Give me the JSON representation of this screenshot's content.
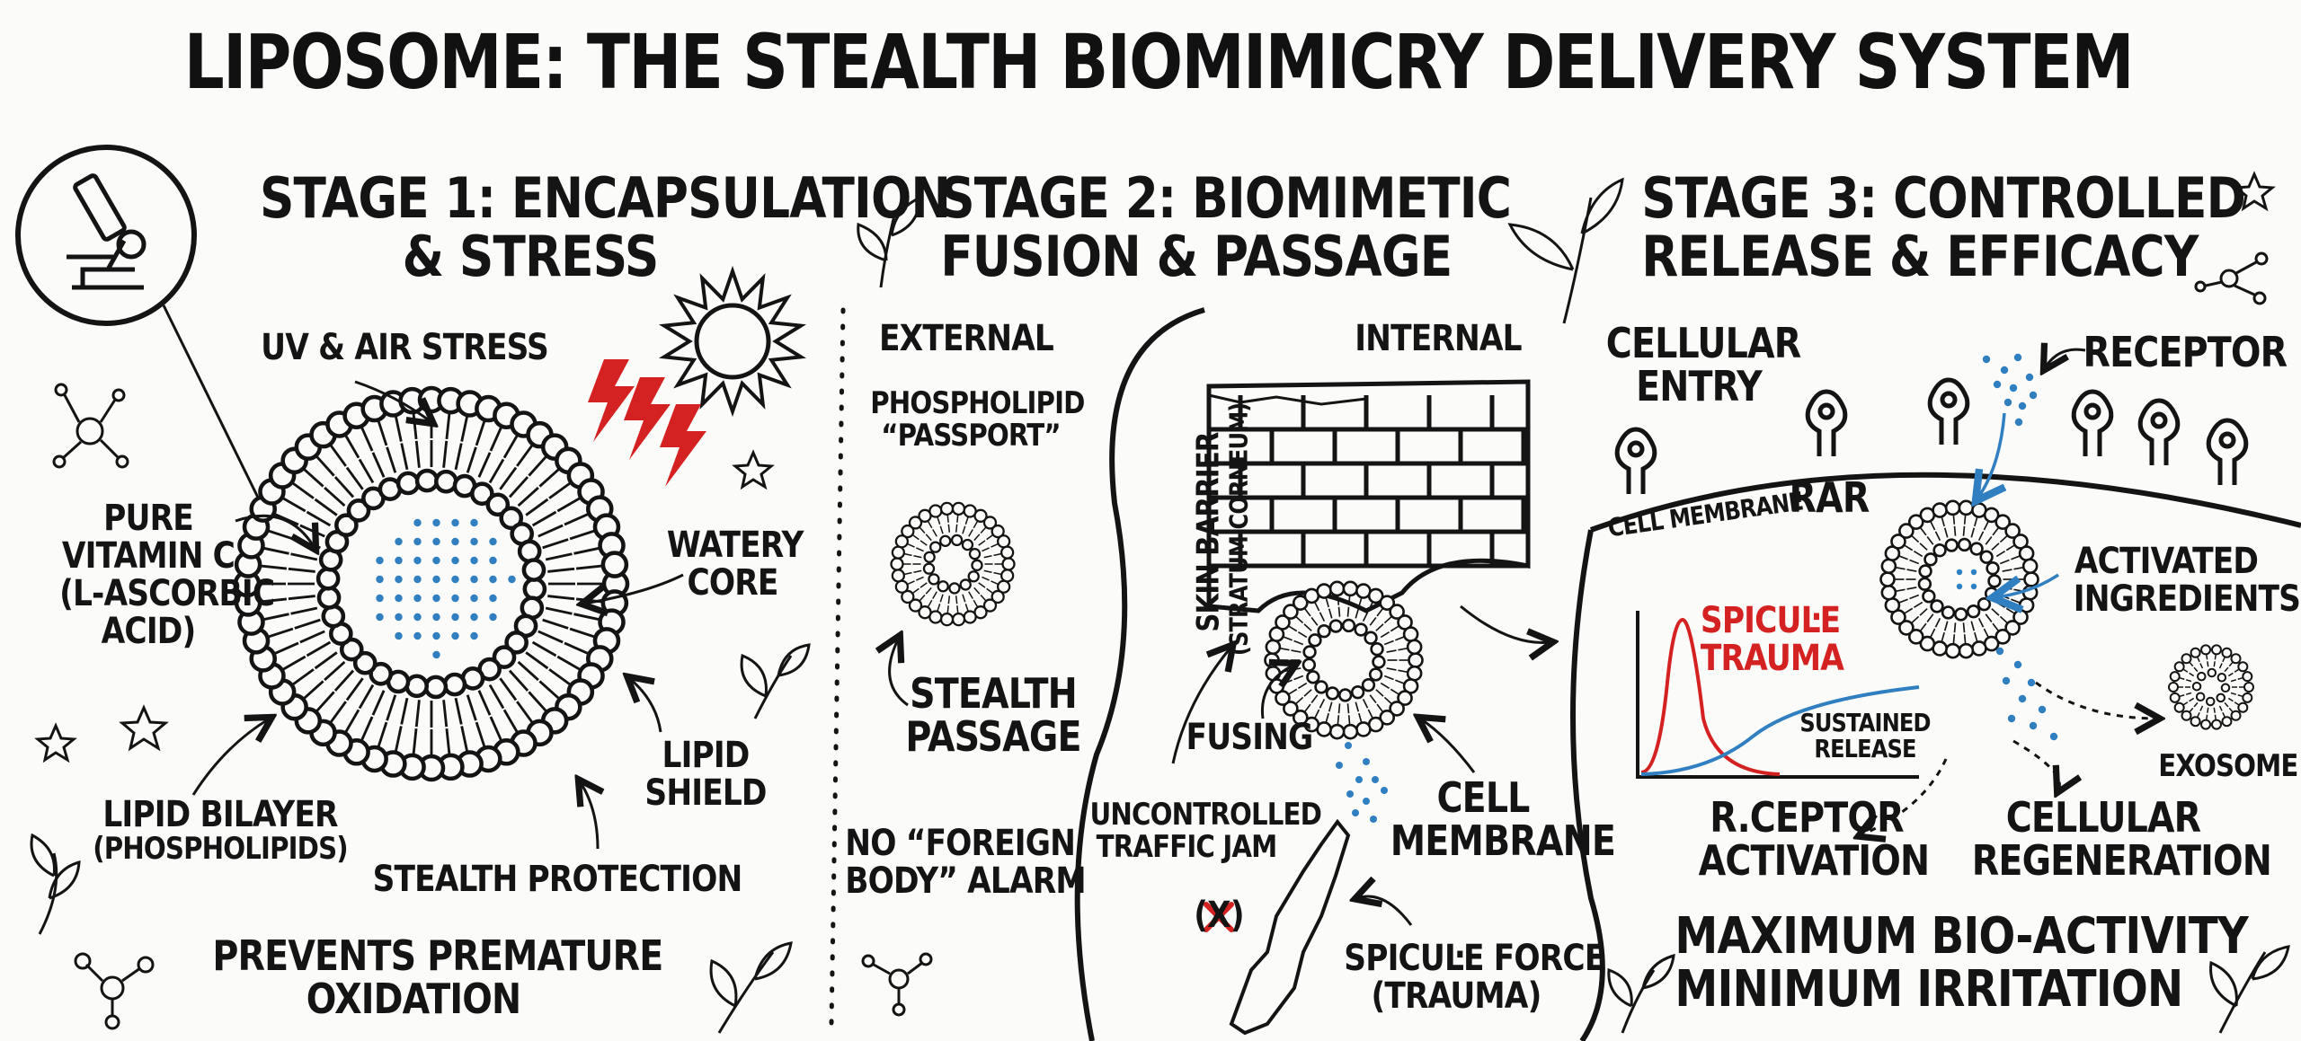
{
  "title": "LIPOSOME: THE STEALTH BIOMIMICRY DELIVERY SYSTEM",
  "stage1": {
    "heading": [
      "STAGE 1: ENCAPSULATION",
      "& STRESS"
    ],
    "uv_stress": "UV & AIR STRESS",
    "pure_vitc": [
      "PURE",
      "VITAMIN C",
      "(L-ASCORBIC",
      "ACID)"
    ],
    "watery_core": [
      "WATERY",
      "CORE"
    ],
    "lipid_shield": [
      "LIPID",
      "SHIELD"
    ],
    "lipid_bilayer": [
      "LIPID BILAYER",
      "(PHOSPHOLIPIDS)"
    ],
    "stealth_protection": "STEALTH PROTECTION",
    "prevents": [
      "PREVENTS PREMATURE",
      "OXIDATION"
    ]
  },
  "stage2": {
    "heading": [
      "STAGE 2: BIOMIMETIC",
      "FUSION & PASSAGE"
    ],
    "external": "EXTERNAL",
    "internal": "INTERNAL",
    "passport": [
      "PHOSPHOLIPID",
      "“PASSPORT”"
    ],
    "stealth_passage": [
      "STEALTH",
      "PASSAGE"
    ],
    "no_alarm": [
      "NO “FOREIGN",
      "BODY” ALARM"
    ],
    "skin_barrier": "SKIN BARRIER",
    "stratum": "(STRATUM CORNEUM)",
    "fusing": "FUSING",
    "uncontrolled": [
      "UNCONTROLLED",
      "TRAFFIC JAM"
    ],
    "x_mark": "(X)",
    "cell_membrane": [
      "CELL",
      "MEMBRANE"
    ],
    "spicule_force": [
      "SPICUĿE FORCE",
      "(TRAUMA)"
    ]
  },
  "stage3": {
    "heading": [
      "STAGE 3: CONTROLLED",
      "RELEASE & EFFICACY"
    ],
    "cellular_entry": [
      "CELLULAR",
      "ENTRY"
    ],
    "receptor": "RECEPTOR",
    "rar": "RAR",
    "cell_membrane": "CELL MEMBRANE",
    "activated": [
      "ACTIVATED",
      "INGREDIENTS"
    ],
    "spicule_trauma": [
      "SPICUĿE",
      "TRAUMA"
    ],
    "sustained": [
      "SUSTAINED",
      "RELEASE"
    ],
    "exosome": "EXOSOME",
    "receptor_activation": [
      "R.CEPTOR",
      "ACTIVATION"
    ],
    "cellular_regen": [
      "CELLULAR",
      "REGENERATION"
    ],
    "maximum": [
      "MAXIMUM BIO-ACTIVITY",
      "MINIMUM IRRITATION"
    ]
  },
  "colors": {
    "ink": "#141414",
    "accent_red": "#d42121",
    "accent_blue": "#2f7fc1",
    "background": "#fbfbf9"
  }
}
